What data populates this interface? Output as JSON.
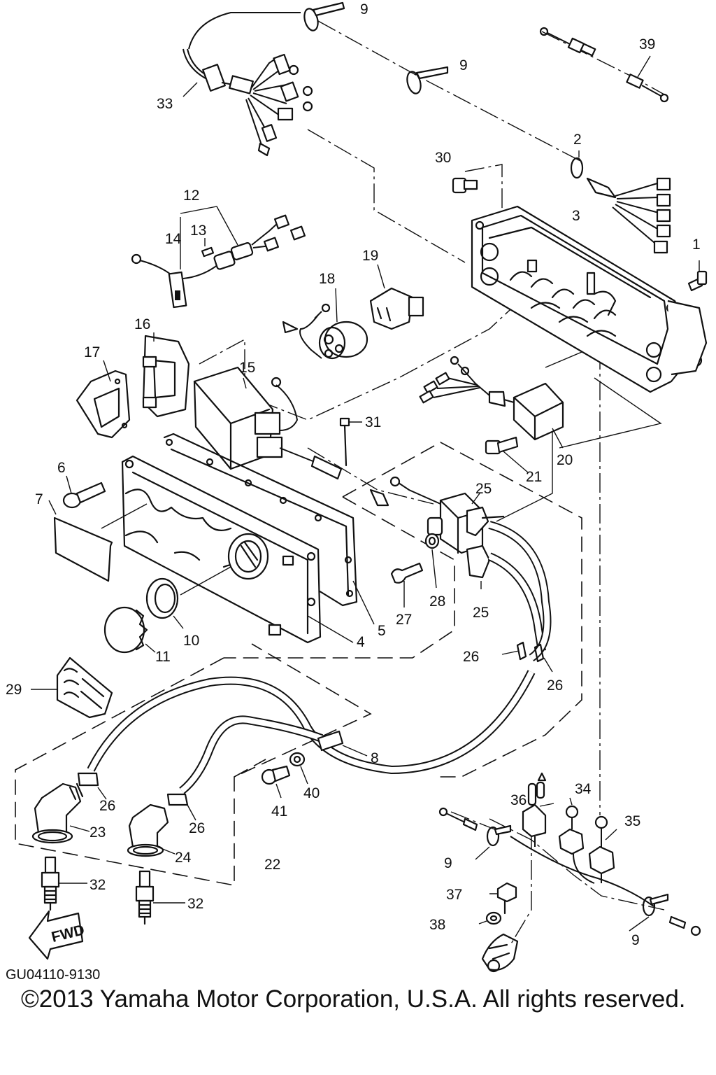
{
  "diagram": {
    "code": "GU04110-9130",
    "copyright": "©2013 Yamaha Motor Corporation, U.S.A. All rights reserved.",
    "fwd_label": "FWD",
    "callouts": {
      "c1": "1",
      "c2": "2",
      "c3": "3",
      "c4": "4",
      "c5": "5",
      "c6": "6",
      "c7": "7",
      "c8": "8",
      "c9a": "9",
      "c9b": "9",
      "c9c": "9",
      "c9d": "9",
      "c10": "10",
      "c11": "11",
      "c12": "12",
      "c13": "13",
      "c14": "14",
      "c15": "15",
      "c16": "16",
      "c17": "17",
      "c18": "18",
      "c19": "19",
      "c20": "20",
      "c21": "21",
      "c22": "22",
      "c23": "23",
      "c24": "24",
      "c25a": "25",
      "c25b": "25",
      "c26a": "26",
      "c26b": "26",
      "c26c": "26",
      "c26d": "26",
      "c27": "27",
      "c28": "28",
      "c29": "29",
      "c30": "30",
      "c31": "31",
      "c32a": "32",
      "c32b": "32",
      "c33": "33",
      "c34": "34",
      "c35": "35",
      "c36": "36",
      "c37": "37",
      "c38": "38",
      "c39": "39",
      "c40": "40",
      "c41": "41"
    }
  }
}
